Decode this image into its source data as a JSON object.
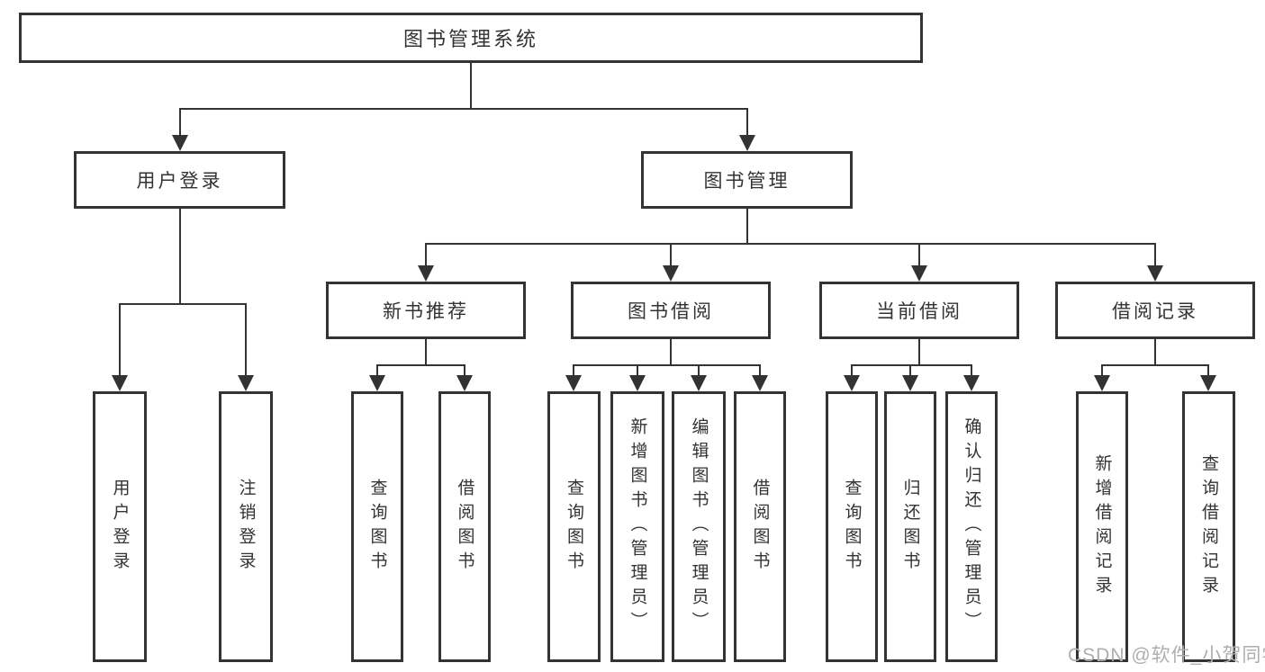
{
  "diagram": {
    "root": {
      "label": "图书管理系统"
    },
    "branches": [
      {
        "label": "用户登录",
        "children": [
          {
            "label": "用户登录"
          },
          {
            "label": "注销登录"
          }
        ]
      },
      {
        "label": "图书管理",
        "children": [
          {
            "label": "新书推荐",
            "children": [
              {
                "label": "查询图书"
              },
              {
                "label": "借阅图书"
              }
            ]
          },
          {
            "label": "图书借阅",
            "children": [
              {
                "label": "查询图书"
              },
              {
                "label": "新增图书（管理员）"
              },
              {
                "label": "编辑图书（管理员）"
              },
              {
                "label": "借阅图书"
              }
            ]
          },
          {
            "label": "当前借阅",
            "children": [
              {
                "label": "查询图书"
              },
              {
                "label": "归还图书"
              },
              {
                "label": "确认归还（管理员）"
              }
            ]
          },
          {
            "label": "借阅记录",
            "children": [
              {
                "label": "新增借阅记录"
              },
              {
                "label": "查询借阅记录"
              }
            ]
          }
        ]
      }
    ]
  },
  "watermark": {
    "text": "CSDN @软件_小贺同学"
  },
  "colors": {
    "line": "#333333",
    "border": "#333333",
    "text": "#333333",
    "watermark": "#aeaeae",
    "background": "#ffffff"
  }
}
